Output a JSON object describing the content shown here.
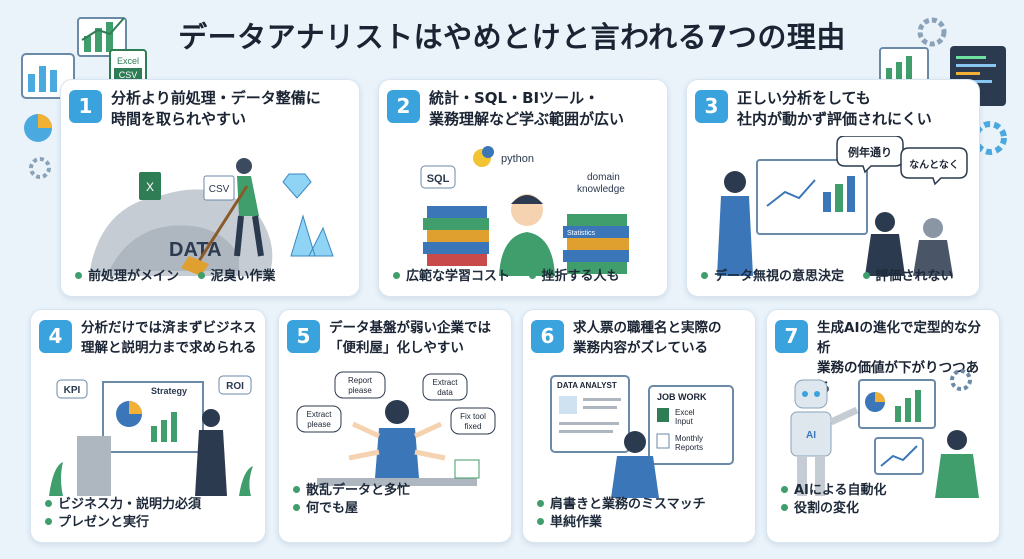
{
  "title": "データアナリストはやめとけと言われる7つの理由",
  "cards": [
    {
      "num": "1",
      "heading": [
        "分析より前処理・データ整備に",
        "時間を取られやすい"
      ],
      "labels": {
        "data": "DATA",
        "csv": "CSV",
        "x": "X"
      },
      "points": [
        "前処理がメイン",
        "泥臭い作業"
      ]
    },
    {
      "num": "2",
      "heading": [
        "統計・SQL・BIツール・",
        "業務理解など学ぶ範囲が広い"
      ],
      "labels": {
        "sql": "SQL",
        "python": "python",
        "domain1": "domain",
        "domain2": "knowledge",
        "statistics": "Statistics"
      },
      "points": [
        "広範な学習コスト",
        "挫折する人も"
      ]
    },
    {
      "num": "3",
      "heading": [
        "正しい分析をしても",
        "社内が動かず評価されにくい"
      ],
      "labels": {
        "bubble1": "例年通り",
        "bubble2": "なんとなく"
      },
      "points": [
        "データ無視の意思決定",
        "評価されない"
      ]
    },
    {
      "num": "4",
      "heading": [
        "分析だけでは済まずビジネス",
        "理解と説明力まで求められる"
      ],
      "labels": {
        "kpi": "KPI",
        "roi": "ROI",
        "strategy": "Strategy"
      },
      "points": [
        "ビジネス力・説明力必須",
        "プレゼンと実行"
      ]
    },
    {
      "num": "5",
      "heading": [
        "データ基盤が弱い企業では",
        "「便利屋」化しやすい"
      ],
      "labels": {
        "b1a": "Report",
        "b1b": "please",
        "b2a": "Extract",
        "b2b": "data",
        "b3a": "Extract",
        "b3b": "please",
        "b4a": "Fix tool",
        "b4b": "fixed"
      },
      "points": [
        "散乱データと多忙",
        "何でも屋"
      ]
    },
    {
      "num": "6",
      "heading": [
        "求人票の職種名と実際の",
        "業務内容がズレている"
      ],
      "labels": {
        "analyst": "DATA ANALYST",
        "jobwork": "JOB WORK",
        "excel1": "Excel",
        "excel2": "Input",
        "monthly1": "Monthly",
        "monthly2": "Reports"
      },
      "points": [
        "肩書きと業務のミスマッチ",
        "単純作業"
      ]
    },
    {
      "num": "7",
      "heading": [
        "生成AIの進化で定型的な分析",
        "業務の価値が下がりつつある"
      ],
      "labels": {
        "ai": "AI"
      },
      "points": [
        "AIによる自動化",
        "役割の変化"
      ]
    }
  ],
  "decor": {
    "excel": "Excel",
    "csv": "CSV"
  },
  "colors": {
    "accent": "#3aa3dd",
    "bullet": "#3f9e6b",
    "background": "#eaf3fa"
  }
}
